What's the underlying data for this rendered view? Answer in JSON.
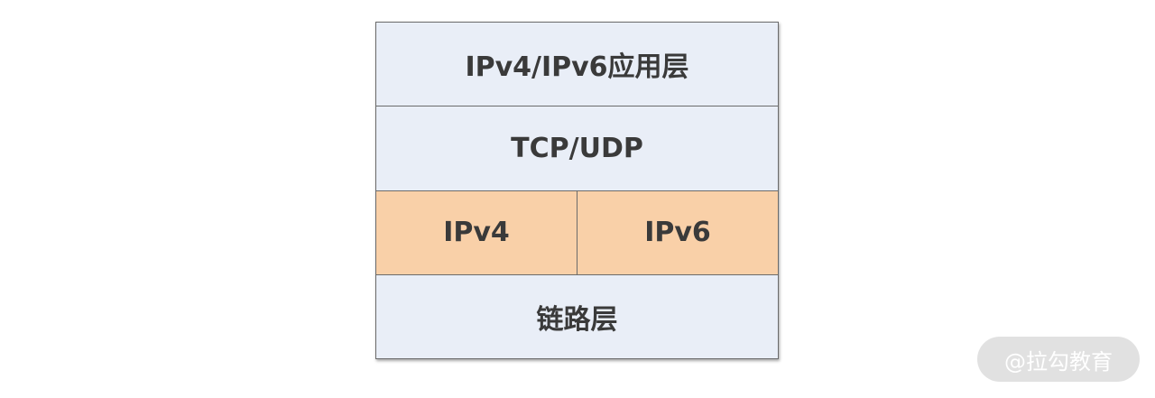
{
  "layers": {
    "application": "IPv4/IPv6应用层",
    "transport": "TCP/UDP",
    "network_left": "IPv4",
    "network_right": "IPv6",
    "link": "链路层"
  },
  "colors": {
    "layer_fill": "#e9eef7",
    "network_fill": "#f9d0a8",
    "border": "#6b6b6b",
    "text": "#3a3a3a"
  },
  "watermark": "@拉勾教育"
}
